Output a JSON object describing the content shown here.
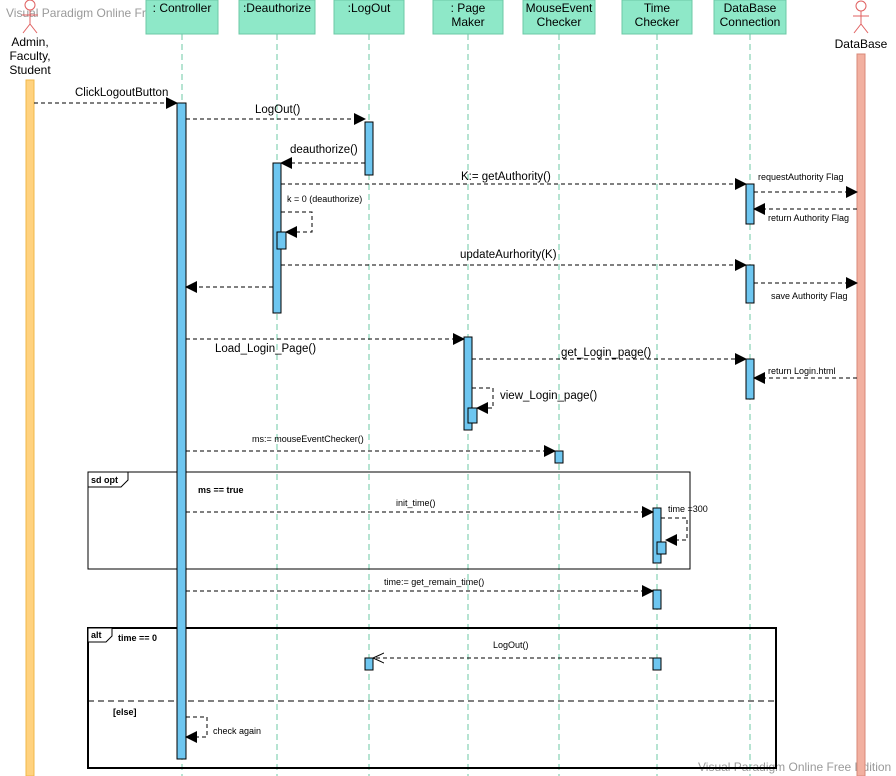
{
  "watermark": {
    "top": "Visual Paradigm Online Free Edition",
    "bottom": "Visual Paradigm Online Free Edition"
  },
  "actors": {
    "user": {
      "line1": "Admin,",
      "line2": "Faculty,",
      "line3": "Student"
    },
    "database": {
      "label": "DataBase"
    }
  },
  "lifelines": {
    "controller": {
      "line1": ": Controller"
    },
    "deauthorize": {
      "line1": ":Deauthorize"
    },
    "logout": {
      "line1": ":LogOut"
    },
    "page_maker": {
      "line1": ": Page",
      "line2": "Maker"
    },
    "mouse_event_checker": {
      "line1": "MouseEvent",
      "line2": "Checker"
    },
    "time_checker": {
      "line1": "Time",
      "line2": "Checker"
    },
    "database_connection": {
      "line1": "DataBase",
      "line2": "Connection"
    }
  },
  "messages": {
    "click_logout": "ClickLogoutButton",
    "logout_call": "LogOut()",
    "deauthorize_call": "deauthorize()",
    "get_authority": "K:= getAuthority()",
    "request_flag": "requestAuthority Flag",
    "return_flag": "return Authority Flag",
    "k_zero": "k = 0 (deauthorize)",
    "update_authority": "updateAurhority(K)",
    "save_flag": "save Authority Flag",
    "load_login": "Load_Login_Page()",
    "get_login": "get_Login_page()",
    "return_login": "return Login.html",
    "view_login": "view_Login_page()",
    "mouse_checker": "ms:= mouseEventChecker()",
    "init_time": "init_time()",
    "time_set": "time =300",
    "get_remain": "time:=  get_remain_time()",
    "logout_back": "LogOut()",
    "check_again": "check again"
  },
  "fragments": {
    "opt": {
      "tag": "sd opt",
      "guard": "ms ==  true"
    },
    "alt": {
      "tag": "alt",
      "guard": "time == 0",
      "else_guard": "[else]"
    }
  },
  "colors": {
    "lifeline_head": "#8ee8c8",
    "activation": "#6ec6f0",
    "actor_user_bar": "#ffd27f",
    "actor_db_bar": "#f2b0a0",
    "actor_icon": "#e06060"
  }
}
